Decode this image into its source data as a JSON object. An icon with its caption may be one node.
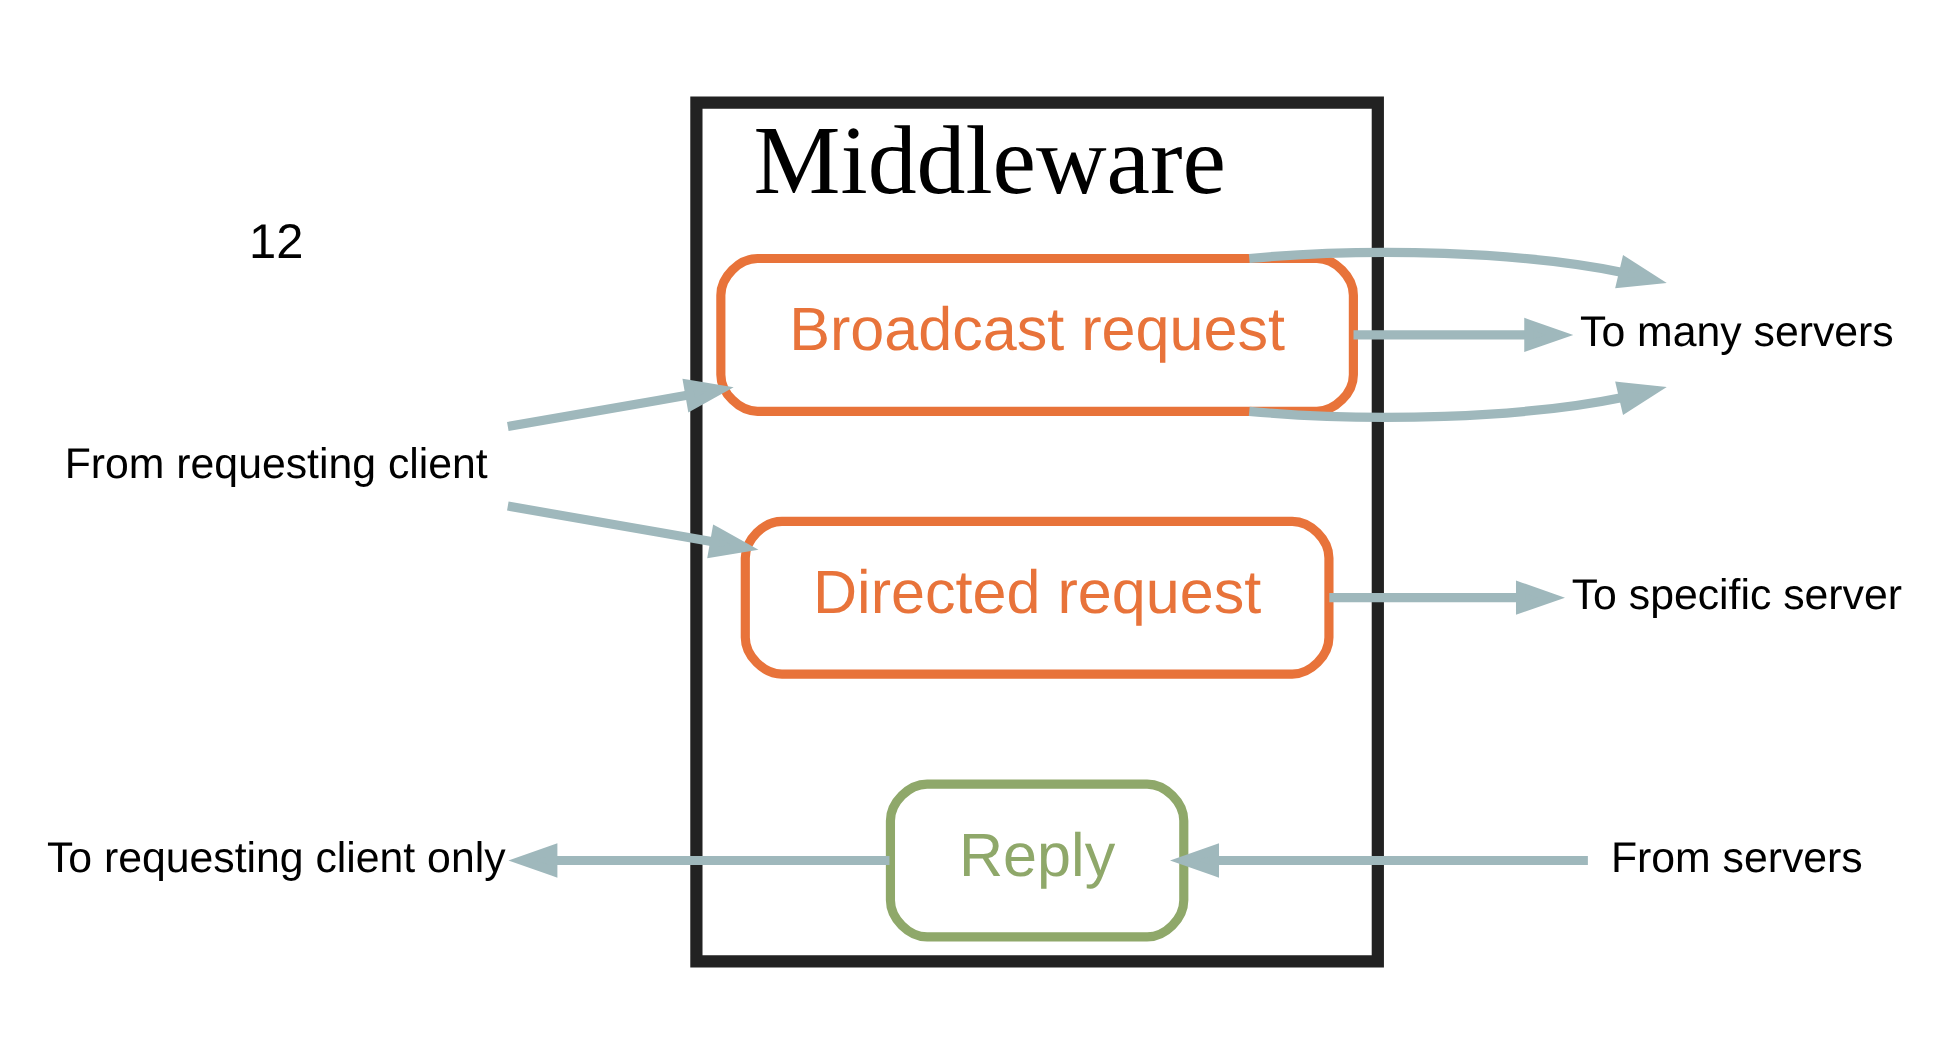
{
  "diagram": {
    "nodes": [
      {
        "text": [
          "Middleware"
        ]
      },
      {
        "text": [
          "Broadcast request"
        ],
        "in": 0
      },
      {
        "text": [
          "Directed request"
        ],
        "in": 0
      },
      {
        "text": [
          "Reply"
        ],
        "in": 0
      },
      {
        "text": [
          "From requesting client"
        ]
      },
      {
        "text": [
          "To many servers"
        ]
      },
      {
        "text": [
          "To specific server"
        ]
      },
      {
        "text": [
          "To requesting client only"
        ]
      },
      {
        "text": [
          "From servers"
        ]
      }
    ],
    "edges": [
      {
        "from": 4,
        "to": 1,
        "arrow": "to"
      },
      {
        "from": 4,
        "to": 2,
        "arrow": "to"
      },
      {
        "from": 1,
        "to": 5,
        "arrow": "to"
      },
      {
        "from": 1,
        "to": 5,
        "arrow": "to"
      },
      {
        "from": 1,
        "to": 5,
        "arrow": "to"
      },
      {
        "from": 2,
        "to": 6,
        "arrow": "to"
      },
      {
        "from": 8,
        "to": 3,
        "arrow": "to"
      },
      {
        "from": 3,
        "to": 7,
        "arrow": "to"
      }
    ],
    "labels": [
      "12"
    ]
  }
}
